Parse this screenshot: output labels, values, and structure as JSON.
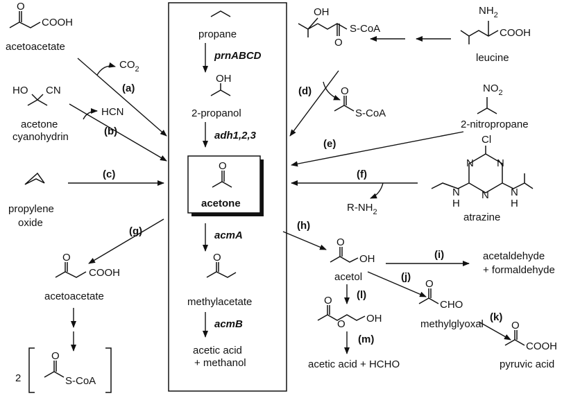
{
  "center": {
    "propane": "propane",
    "gene_prn": "prnABCD",
    "propanol": "2-propanol",
    "gene_adh": "adh1,2,3",
    "acetone": "acetone",
    "gene_acmA": "acmA",
    "methylacetate": "methylacetate",
    "gene_acmB": "acmB",
    "acetic_acid": "acetic acid",
    "methanol": "+ methanol"
  },
  "left": {
    "acetoacetate_top": "acetoacetate",
    "co2": "CO",
    "co2_sub": "2",
    "step_a": "(a)",
    "cyanohydrin_line1": "acetone",
    "cyanohydrin_line2": "cyanohydrin",
    "hcn": "HCN",
    "step_b": "(b)",
    "step_c": "(c)",
    "propylene_line1": "propylene",
    "propylene_line2": "oxide",
    "step_g": "(g)",
    "acetoacetate_bottom": "acetoacetate",
    "cooh": "COOH",
    "ho": "HO",
    "cn": "CN",
    "coa_multiplier": "2",
    "scoa": "S-CoA"
  },
  "right": {
    "leucine": "leucine",
    "nh2": "NH",
    "nh2_sub": "2",
    "oh": "OH",
    "scoa": "S-CoA",
    "step_d": "(d)",
    "nitropropane": "2-nitropropane",
    "no2": "NO",
    "no2_sub": "2",
    "step_e": "(e)",
    "step_f": "(f)",
    "cl": "Cl",
    "n": "N",
    "h": "H",
    "atrazine": "atrazine",
    "rnh2": "R-NH",
    "rnh2_sub": "2",
    "step_h": "(h)",
    "acetol": "acetol",
    "step_i": "(i)",
    "acetaldehyde": "acetaldehyde",
    "formaldehyde": "+ formaldehyde",
    "step_j": "(j)",
    "cho": "CHO",
    "methylglyoxal": "methylglyoxal",
    "step_k": "(k)",
    "pyruvic": "pyruvic acid",
    "step_l": "(l)",
    "step_m": "(m)",
    "acetic_hcho": "acetic acid + HCHO",
    "o": "O"
  }
}
